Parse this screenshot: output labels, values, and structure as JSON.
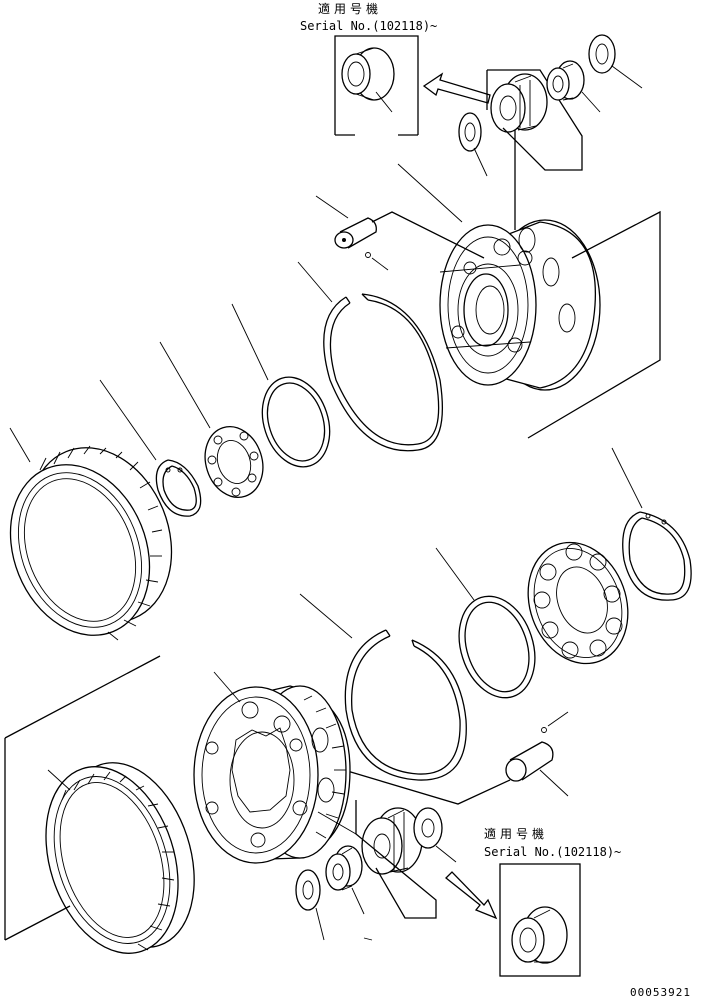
{
  "labels": {
    "applicable_top": "適用号機",
    "serial_top": "Serial No.(102118)~",
    "applicable_bottom": "適用号機",
    "serial_bottom": "Serial No.(102118)~",
    "drawing_number": "00053921"
  },
  "colors": {
    "line": "#000000",
    "paper": "#ffffff"
  },
  "icons": {
    "arrow_top": "arrow-left-icon",
    "arrow_bottom": "arrow-right-icon"
  }
}
